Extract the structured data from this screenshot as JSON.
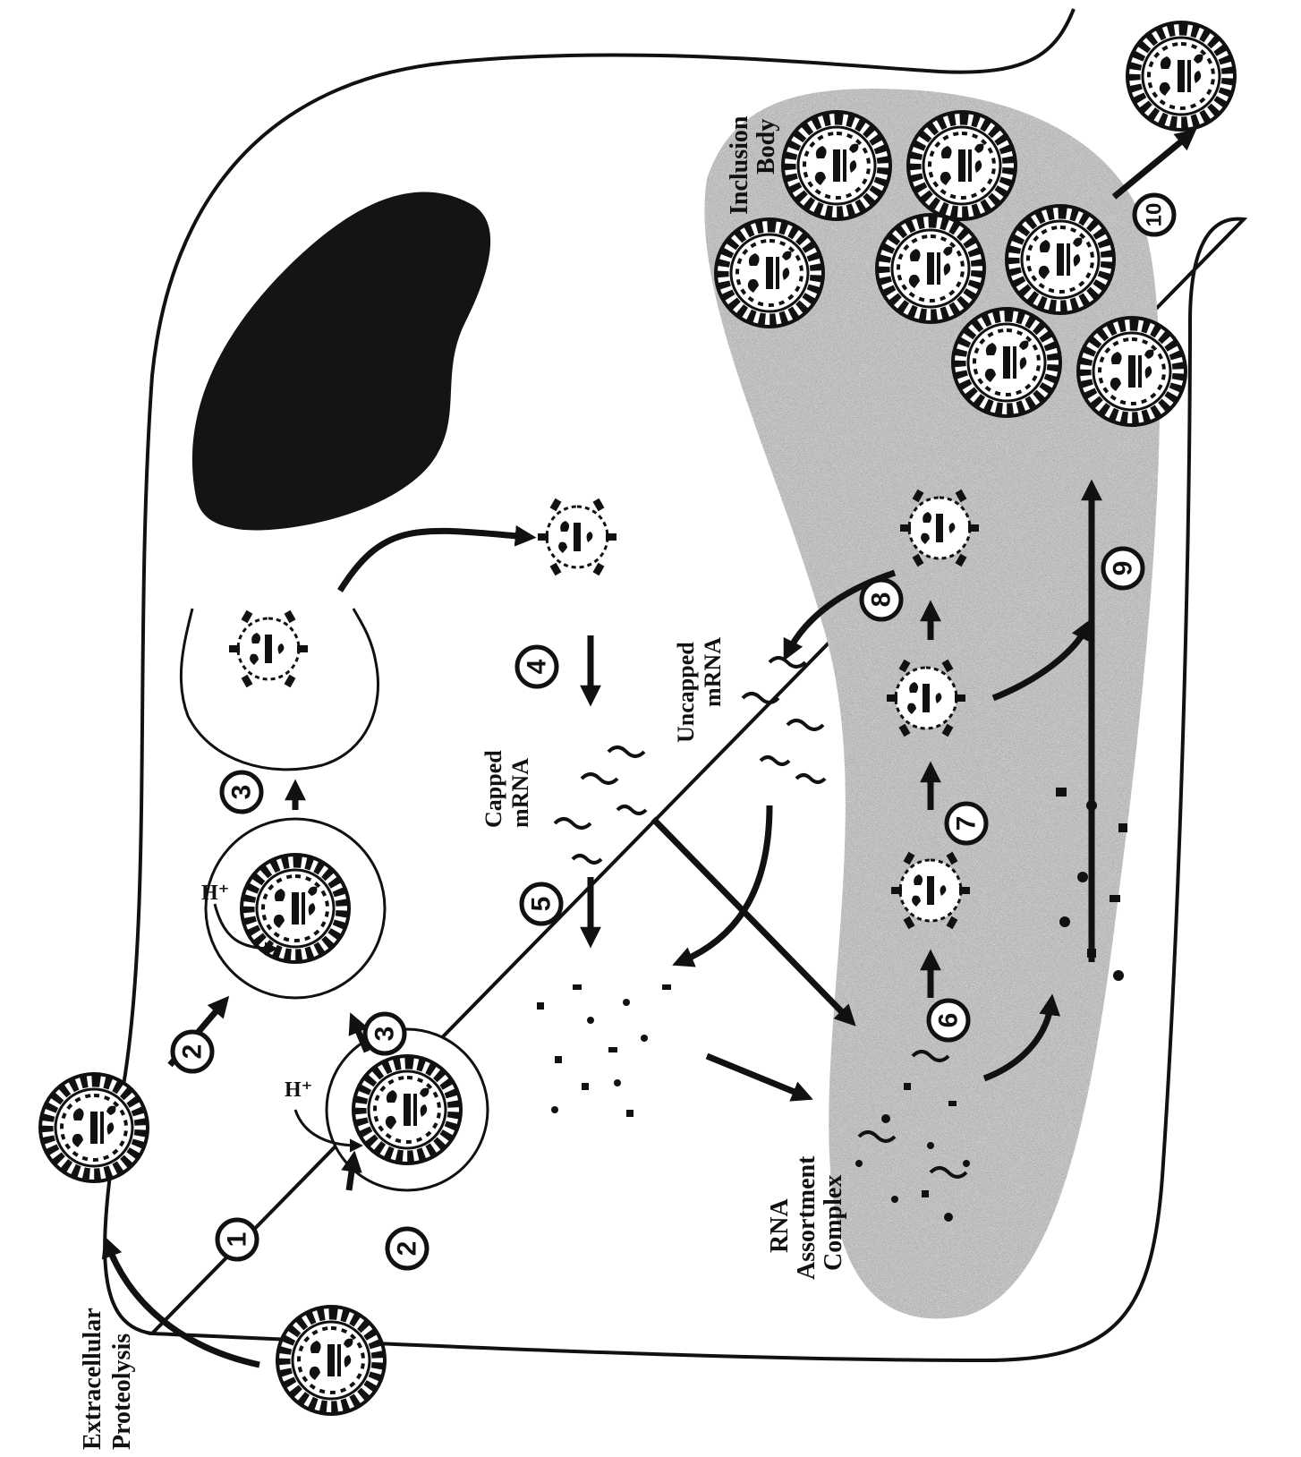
{
  "labels": {
    "extracellular": "Extracellular",
    "proteolysis": "Proteolysis",
    "capped": "Capped",
    "uncapped": "Uncapped",
    "mrna": "mRNA",
    "rna": "RNA",
    "assortment": "Assortment",
    "complex": "Complex",
    "inclusion": "Inclusion",
    "body": "Body",
    "proton": "H⁺",
    "ten": "10"
  },
  "steps": [
    "1",
    "2",
    "2",
    "3",
    "3",
    "4",
    "5",
    "6",
    "7",
    "8",
    "9",
    "10"
  ],
  "colors": {
    "ink": "#111111",
    "inclusion": "#b9b9b9",
    "nucleus": "#141414"
  }
}
